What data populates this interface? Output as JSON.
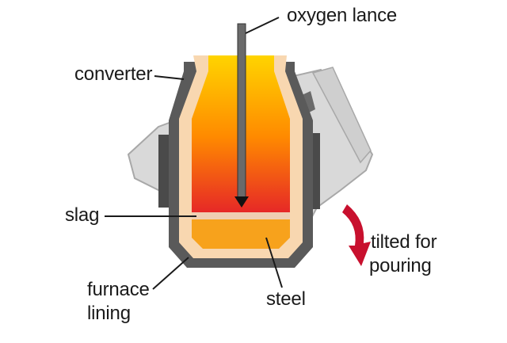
{
  "labels": {
    "oxygen_lance": "oxygen lance",
    "converter": "converter",
    "slag": "slag",
    "furnace_lining_line1": "furnace",
    "furnace_lining_line2": "lining",
    "steel": "steel",
    "tilted_line1": "tilted for",
    "tilted_line2": "pouring"
  },
  "colors": {
    "shell": "#5a5a5a",
    "lining": "#f8d7b0",
    "ghost_shell": "#d9d9d9",
    "ghost_outline": "#a8a8a8",
    "melt_top": "#ffd400",
    "melt_mid": "#ff8a00",
    "melt_bottom": "#e4202a",
    "slag": "#efcfb3",
    "steel": "#f7a21c",
    "tilt_arrow": "#c8102e",
    "leader_line": "#1a1a1a"
  },
  "icons": {
    "tilt": "curved-arrow-down",
    "lance": "lance-arrow-down"
  }
}
